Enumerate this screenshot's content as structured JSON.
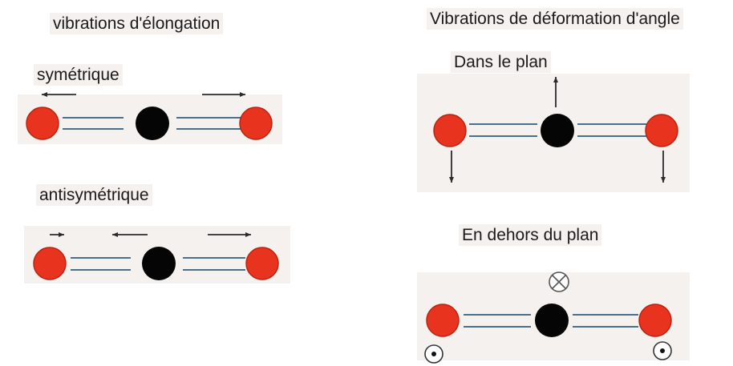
{
  "colors": {
    "oxygen": "#e8331f",
    "oxygen_edge": "#b8240f",
    "carbon": "#050505",
    "bond": "#4a6f8a",
    "arrow": "#2b2b2b",
    "panel": "#f4f1ef"
  },
  "headings": {
    "stretching": "vibrations d'élongation",
    "bending": "Vibrations de déformation d'angle"
  },
  "stretching": {
    "symmetric_label": "symétrique",
    "antisymmetric_label": "antisymétrique"
  },
  "bending": {
    "in_plane_label": "Dans le plan",
    "out_of_plane_label": "En dehors du plan"
  },
  "icons": {
    "into_page": "circled-cross-icon",
    "out_of_page": "circled-dot-icon"
  }
}
